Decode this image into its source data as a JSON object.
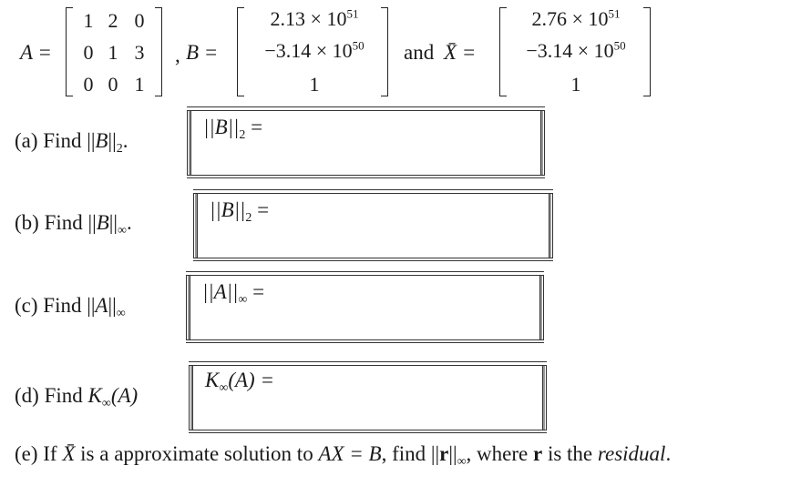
{
  "header": {
    "A_label": "A =",
    "A_matrix": [
      [
        "1",
        "2",
        "0"
      ],
      [
        "0",
        "1",
        "3"
      ],
      [
        "0",
        "0",
        "1"
      ]
    ],
    "B_label_sep": ",",
    "B_label": "B =",
    "B_vector": [
      {
        "mantissa": "2.13 × 10",
        "exp": "51"
      },
      {
        "mantissa": "−3.14 × 10",
        "exp": "50"
      },
      {
        "mantissa": "1",
        "exp": ""
      }
    ],
    "and_text": "and",
    "X_label": "X̄ =",
    "X_vector": [
      {
        "mantissa": "2.76 × 10",
        "exp": "51"
      },
      {
        "mantissa": "−3.14 × 10",
        "exp": "50"
      },
      {
        "mantissa": "1",
        "exp": ""
      }
    ]
  },
  "questions": [
    {
      "id": "a",
      "prefix": "(a) Find ||",
      "var": "B",
      "suffix_pre": "||",
      "sub": "2",
      "suffix": ".",
      "box_label": "||B||",
      "box_sub": "2",
      "box_tail": " ="
    },
    {
      "id": "b",
      "prefix": "(b) Find ||",
      "var": "B",
      "suffix_pre": "||",
      "sub": "∞",
      "suffix": ".",
      "box_label": "||B||",
      "box_sub": "2",
      "box_tail": " ="
    },
    {
      "id": "c",
      "prefix": "(c) Find ||",
      "var": "A",
      "suffix_pre": "||",
      "sub": "∞",
      "suffix": "",
      "box_label": "||A||",
      "box_sub": "∞",
      "box_tail": " ="
    },
    {
      "id": "d",
      "prefix": "(d) Find ",
      "var": "K",
      "suffix_pre": "",
      "sub": "∞",
      "suffix": "(A)",
      "box_label": "K",
      "box_sub": "∞",
      "box_tail": "(A) ="
    }
  ],
  "question_e": {
    "t1": "(e) If ",
    "xbar": "X̄",
    "t2": " is a approximate solution to ",
    "eq": "AX = B",
    "t3": ", find ||",
    "r": "r",
    "t4": "||",
    "sub": "∞",
    "t5": ", where ",
    "r2": "r",
    "t6": " is the ",
    "residual": "residual",
    "t7": "."
  },
  "answers": {
    "a": "",
    "b": "",
    "c": "",
    "d": ""
  }
}
